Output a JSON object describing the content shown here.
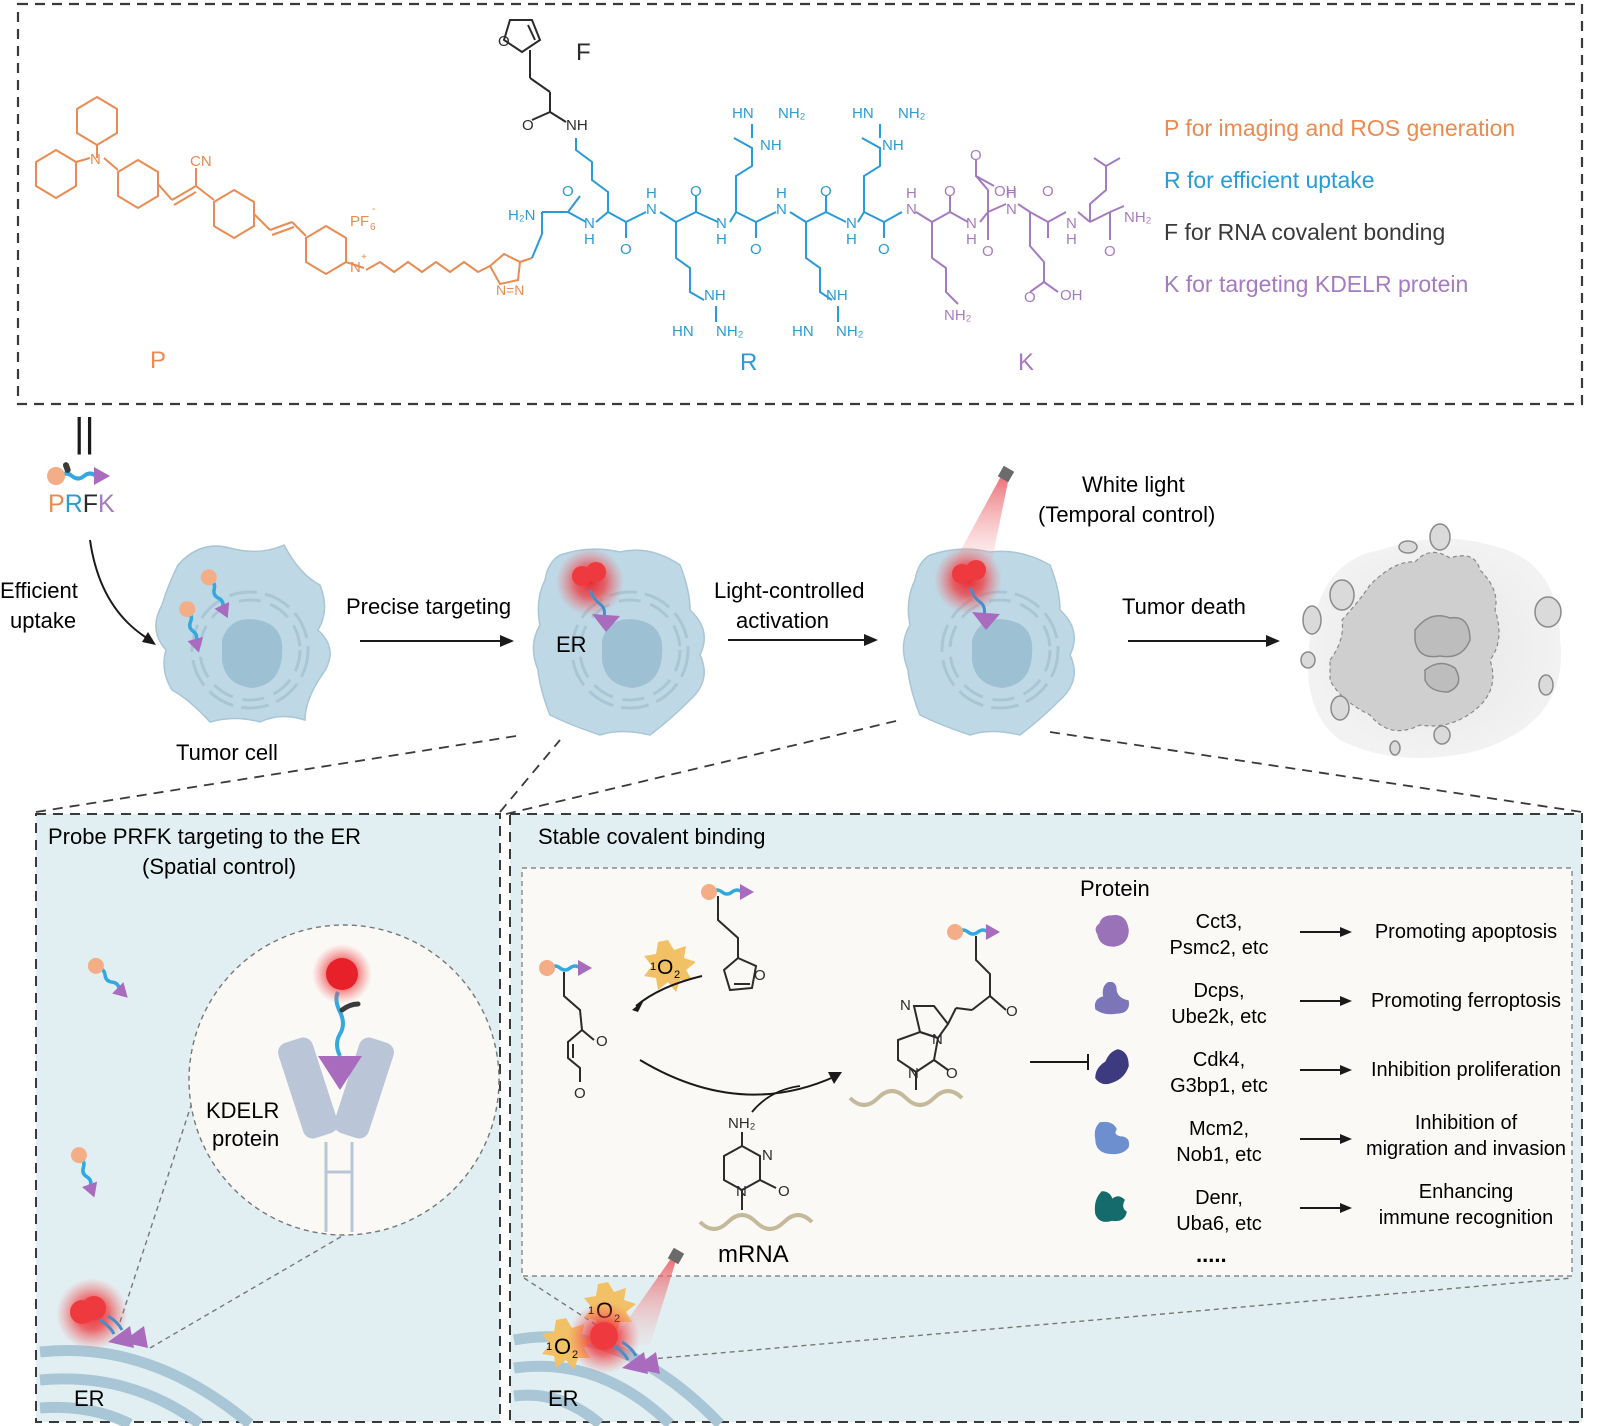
{
  "colors": {
    "p_orange": "#E98B52",
    "r_blue": "#2A9BD6",
    "f_black": "#2B2B2B",
    "k_purple": "#A57BC0",
    "cell_fill": "#BFD8E6",
    "panel_bg": "#E2EFF2",
    "inset_bg": "#FBF9F5",
    "glow_red": "#E8202A",
    "sun_yellow": "#F2C065",
    "mrna_tan": "#C4B99A",
    "dead_cell": "#CFCFCF"
  },
  "structure_panel": {
    "fragment_labels": {
      "P": "P",
      "R": "R",
      "K": "K",
      "F": "F"
    },
    "chem_labels": {
      "cn": "CN",
      "pf6": "PF",
      "pf6_sub": "6",
      "pf6_sup": "-",
      "n_plus": "N",
      "n_plus_sup": "+",
      "n_amine": "N",
      "h2n": "H₂N",
      "nh": "NH",
      "o": "O",
      "hn": "HN",
      "nh2": "NH₂",
      "oh": "OH",
      "h": "H",
      "n": "N",
      "triazole_nn": "N=N"
    },
    "legend": [
      {
        "id": "P",
        "text": "P for imaging and  ROS generation",
        "color": "#E98B52"
      },
      {
        "id": "R",
        "text": "R for efficient uptake",
        "color": "#2A9BD6"
      },
      {
        "id": "F",
        "text": "F for RNA covalent bonding",
        "color": "#2B2B2B"
      },
      {
        "id": "K",
        "text": "K for targeting KDELR protein",
        "color": "#A57BC0"
      }
    ]
  },
  "workflow": {
    "equals": "||",
    "probe_name_letters": [
      {
        "ch": "P",
        "color": "#E98B52"
      },
      {
        "ch": "R",
        "color": "#2A9BD6"
      },
      {
        "ch": "F",
        "color": "#2B2B2B"
      },
      {
        "ch": "K",
        "color": "#A57BC0"
      }
    ],
    "efficient_uptake": [
      "Efficient",
      "uptake"
    ],
    "tumor_cell": "Tumor cell",
    "precise_targeting": "Precise targeting",
    "er_label": "ER",
    "light_controlled": [
      "Light-controlled",
      "activation"
    ],
    "white_light": [
      "White light",
      "(Temporal control)"
    ],
    "tumor_death": "Tumor death"
  },
  "left_panel": {
    "title": "Probe PRFK targeting to the ER",
    "subtitle": "(Spatial control)",
    "kdelr_label": [
      "KDELR",
      "protein"
    ],
    "er_label": "ER"
  },
  "right_panel": {
    "title": "Stable covalent binding",
    "singlet_oxygen": {
      "sup": "1",
      "base": "O",
      "sub": "2"
    },
    "mrna_label": "mRNA",
    "chem": {
      "o": "O",
      "n": "N",
      "nh2": "NH₂"
    },
    "protein_header": "Protein",
    "proteins": [
      {
        "names": [
          "Cct3,",
          "Psmc2, etc"
        ],
        "effect": [
          "Promoting apoptosis"
        ],
        "color": "#9A72B8"
      },
      {
        "names": [
          "Dcps,",
          "Ube2k, etc"
        ],
        "effect": [
          "Promoting ferroptosis"
        ],
        "color": "#7C75B8"
      },
      {
        "names": [
          "Cdk4,",
          "G3bp1, etc"
        ],
        "effect": [
          "Inhibition proliferation"
        ],
        "color": "#3D3A80"
      },
      {
        "names": [
          "Mcm2,",
          "Nob1, etc"
        ],
        "effect": [
          "Inhibition of",
          "migration and invasion"
        ],
        "color": "#6E8FCF"
      },
      {
        "names": [
          "Denr,",
          "Uba6, etc"
        ],
        "effect": [
          "Enhancing",
          "immune recognition"
        ],
        "color": "#156B6B"
      }
    ],
    "ellipsis": "....."
  }
}
